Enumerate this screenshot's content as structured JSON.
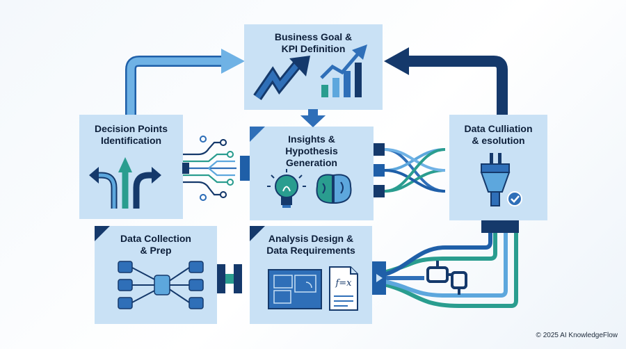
{
  "nodes": {
    "business_goal": {
      "line1": "Business Goal &",
      "line2": "KPI Definition"
    },
    "decision_points": {
      "line1": "Decision Points",
      "line2": "Identification"
    },
    "insights": {
      "line1": "Insights &",
      "line2": "Hypothesis",
      "line3": "Generation"
    },
    "data_culliation": {
      "line1": "Data Culliation",
      "line2": "& esolution"
    },
    "data_collection": {
      "line1": "Data Collection",
      "line2": "& Prep"
    },
    "analysis_design": {
      "line1": "Analysis Design &",
      "line2": "Data Requirements"
    }
  },
  "formula_icon_text": "f=x",
  "footer": {
    "copyright": "© 2025 AI KnowledgeFlow"
  },
  "colors": {
    "card_fill": "#c9e1f5",
    "navy": "#15396b",
    "blue": "#2f6fb8",
    "light_blue": "#5da7dd",
    "teal": "#2a9d8f"
  }
}
